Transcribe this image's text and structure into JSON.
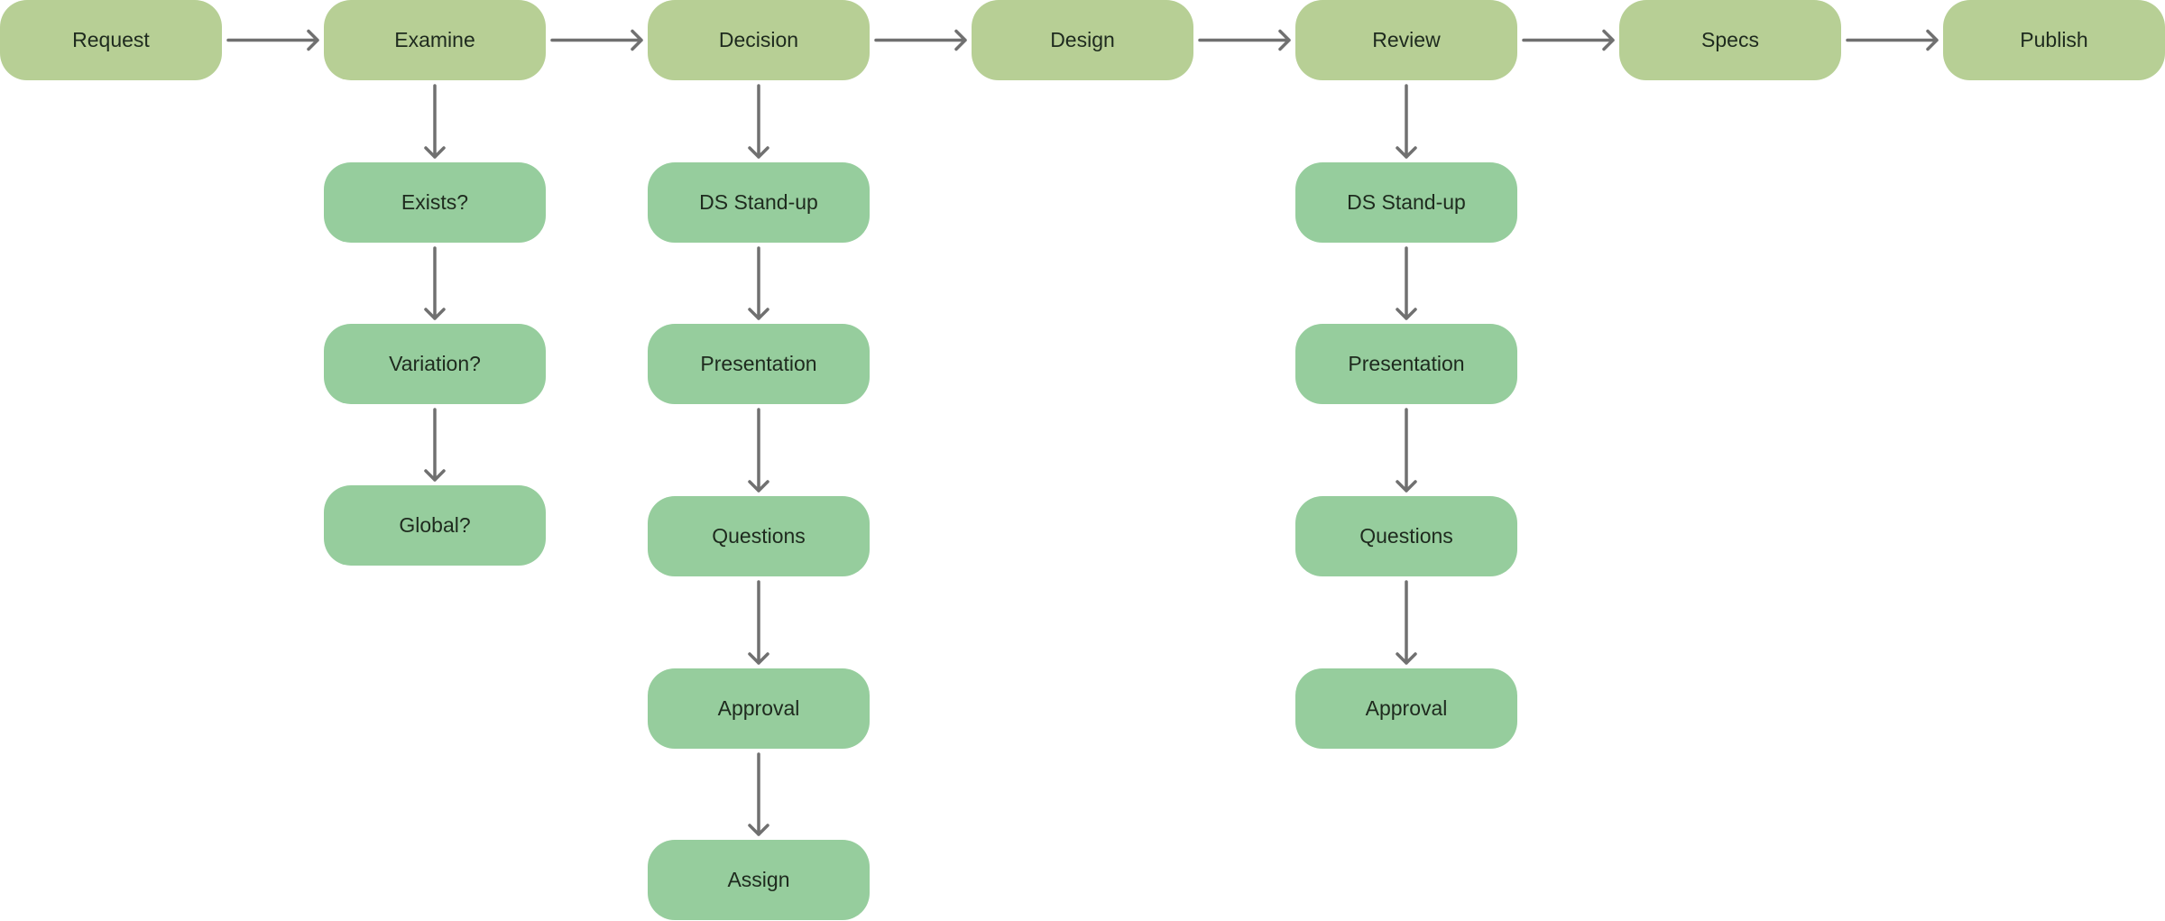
{
  "colors": {
    "top_node_fill": "#b7cf95",
    "sub_node_fill": "#96cd9d",
    "connector": "#707070",
    "text": "#1e2a1e"
  },
  "nodes": [
    {
      "id": "request",
      "label": "Request",
      "kind": "top"
    },
    {
      "id": "examine",
      "label": "Examine",
      "kind": "top"
    },
    {
      "id": "decision",
      "label": "Decision",
      "kind": "top"
    },
    {
      "id": "design",
      "label": "Design",
      "kind": "top"
    },
    {
      "id": "review",
      "label": "Review",
      "kind": "top"
    },
    {
      "id": "specs",
      "label": "Specs",
      "kind": "top"
    },
    {
      "id": "publish",
      "label": "Publish",
      "kind": "top"
    },
    {
      "id": "exists",
      "label": "Exists?",
      "kind": "sub"
    },
    {
      "id": "variation",
      "label": "Variation?",
      "kind": "sub"
    },
    {
      "id": "global",
      "label": "Global?",
      "kind": "sub"
    },
    {
      "id": "d_standup",
      "label": "DS Stand-up",
      "kind": "sub"
    },
    {
      "id": "d_present",
      "label": "Presentation",
      "kind": "sub"
    },
    {
      "id": "d_questions",
      "label": "Questions",
      "kind": "sub"
    },
    {
      "id": "d_approval",
      "label": "Approval",
      "kind": "sub"
    },
    {
      "id": "d_assign",
      "label": "Assign",
      "kind": "sub"
    },
    {
      "id": "r_standup",
      "label": "DS Stand-up",
      "kind": "sub"
    },
    {
      "id": "r_present",
      "label": "Presentation",
      "kind": "sub"
    },
    {
      "id": "r_questions",
      "label": "Questions",
      "kind": "sub"
    },
    {
      "id": "r_approval",
      "label": "Approval",
      "kind": "sub"
    }
  ],
  "edges": [
    {
      "from": "request",
      "to": "examine"
    },
    {
      "from": "examine",
      "to": "decision"
    },
    {
      "from": "decision",
      "to": "design"
    },
    {
      "from": "design",
      "to": "review"
    },
    {
      "from": "review",
      "to": "specs"
    },
    {
      "from": "specs",
      "to": "publish"
    },
    {
      "from": "examine",
      "to": "exists"
    },
    {
      "from": "exists",
      "to": "variation"
    },
    {
      "from": "variation",
      "to": "global"
    },
    {
      "from": "decision",
      "to": "d_standup"
    },
    {
      "from": "d_standup",
      "to": "d_present"
    },
    {
      "from": "d_present",
      "to": "d_questions"
    },
    {
      "from": "d_questions",
      "to": "d_approval"
    },
    {
      "from": "d_approval",
      "to": "d_assign"
    },
    {
      "from": "review",
      "to": "r_standup"
    },
    {
      "from": "r_standup",
      "to": "r_present"
    },
    {
      "from": "r_present",
      "to": "r_questions"
    },
    {
      "from": "r_questions",
      "to": "r_approval"
    }
  ]
}
